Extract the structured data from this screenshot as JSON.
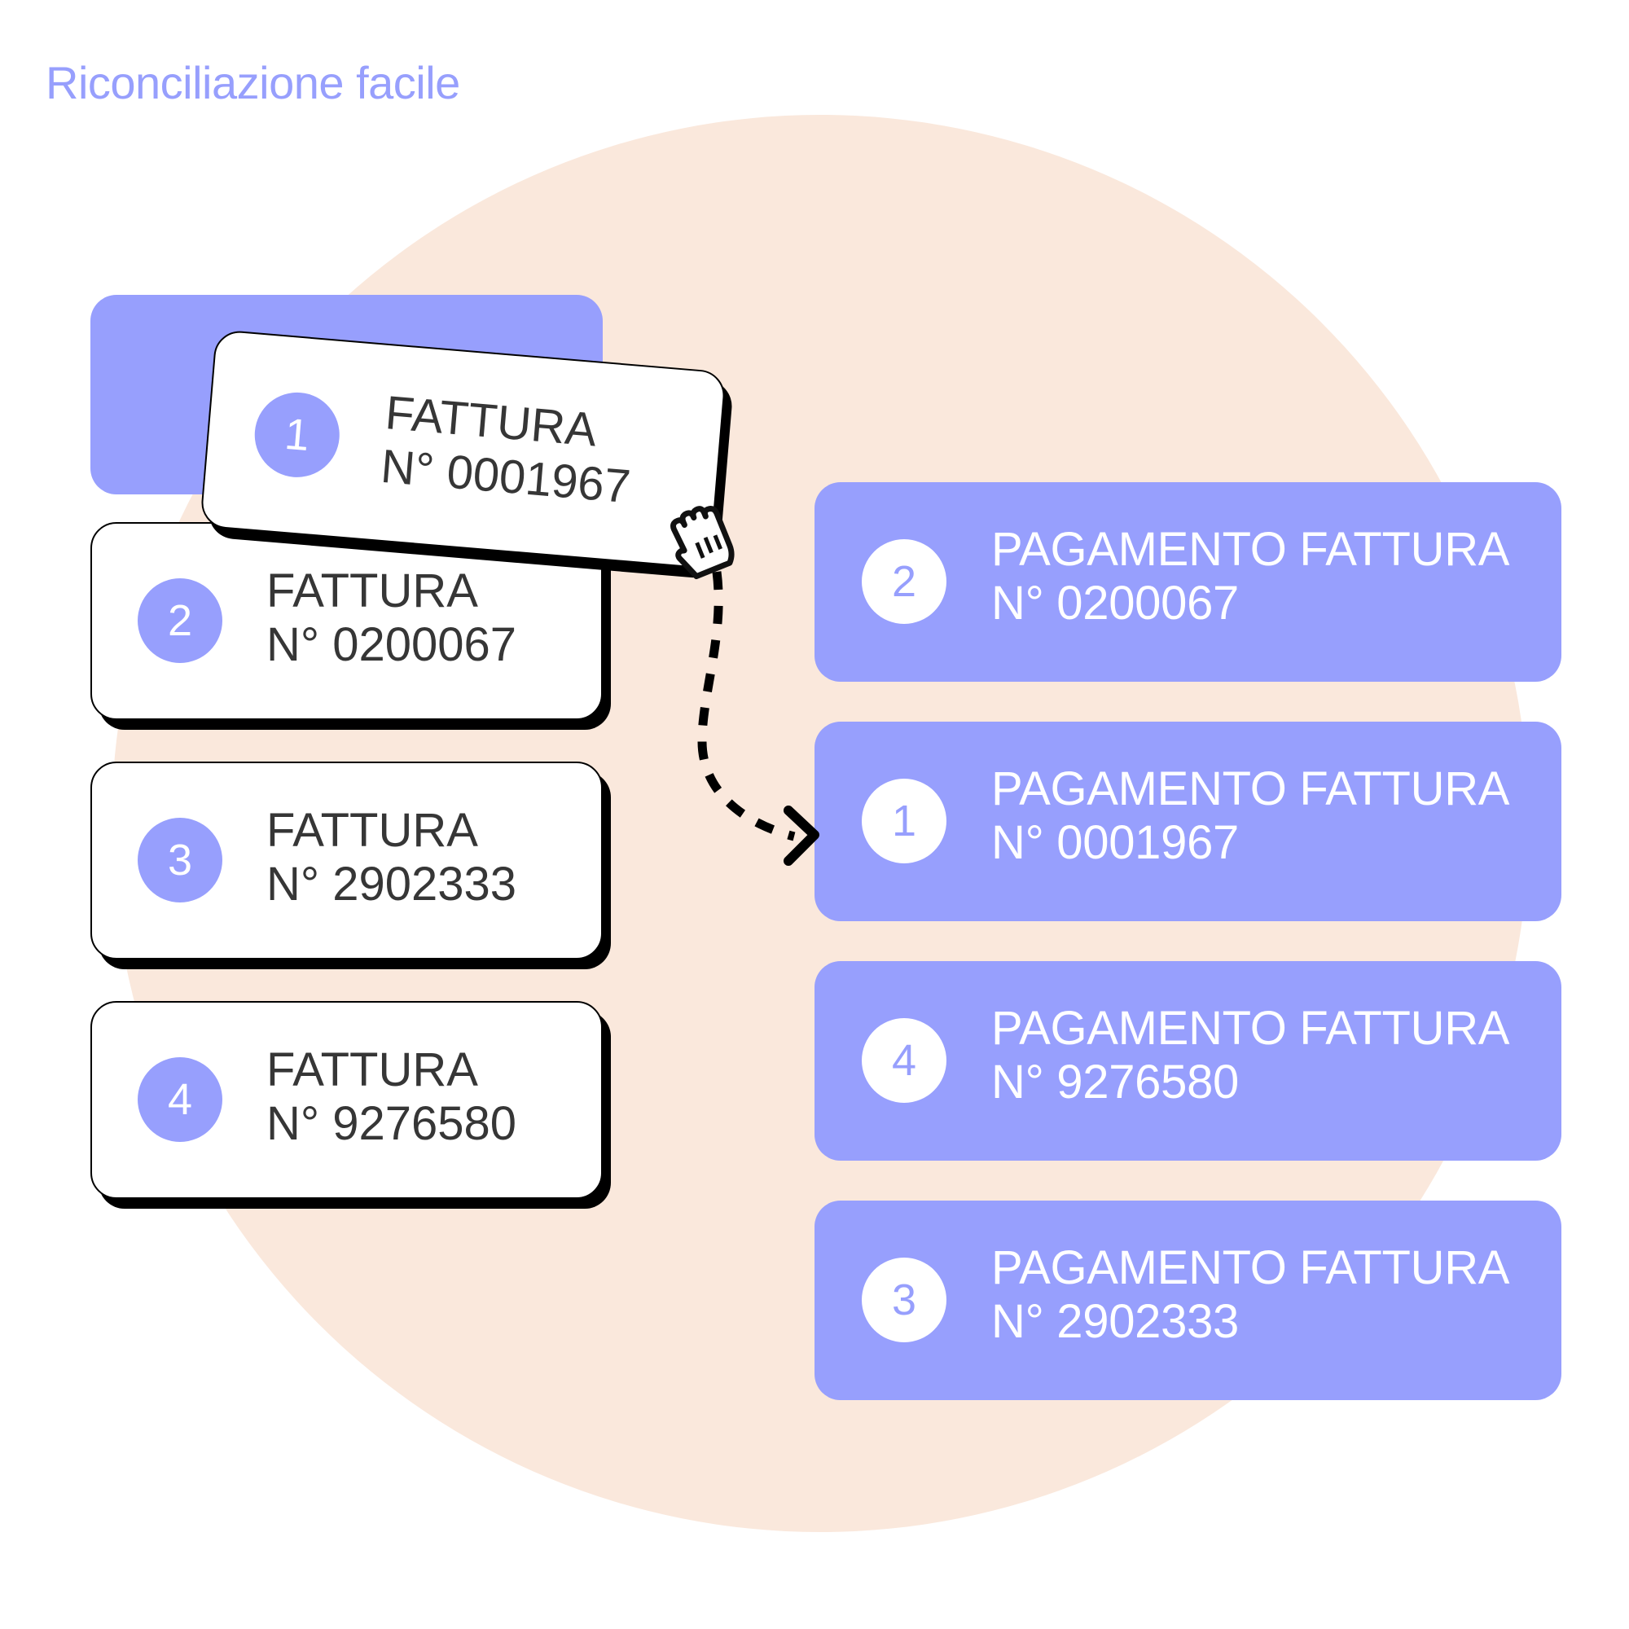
{
  "title": "Riconciliazione facile",
  "colors": {
    "accent": "#979ffd",
    "background_circle": "#fae8dc",
    "invoice_text": "#363636",
    "card_border": "#000000"
  },
  "invoices": {
    "placeholder_slot": "invoice-1-original-position",
    "items": [
      {
        "number": "1",
        "label": "FATTURA",
        "id": "N° 0001967",
        "state": "dragging"
      },
      {
        "number": "2",
        "label": "FATTURA",
        "id": "N° 0200067"
      },
      {
        "number": "3",
        "label": "FATTURA",
        "id": "N° 2902333"
      },
      {
        "number": "4",
        "label": "FATTURA",
        "id": "N° 9276580"
      }
    ]
  },
  "payments": {
    "items": [
      {
        "number": "2",
        "label": "PAGAMENTO FATTURA",
        "id": "N° 0200067"
      },
      {
        "number": "1",
        "label": "PAGAMENTO FATTURA",
        "id": "N° 0001967",
        "drop_target": true
      },
      {
        "number": "4",
        "label": "PAGAMENTO FATTURA",
        "id": "N° 9276580"
      },
      {
        "number": "3",
        "label": "PAGAMENTO FATTURA",
        "id": "N° 2902333"
      }
    ]
  },
  "icons": {
    "cursor": "grab-hand-icon",
    "connector": "dashed-arrow-icon"
  }
}
